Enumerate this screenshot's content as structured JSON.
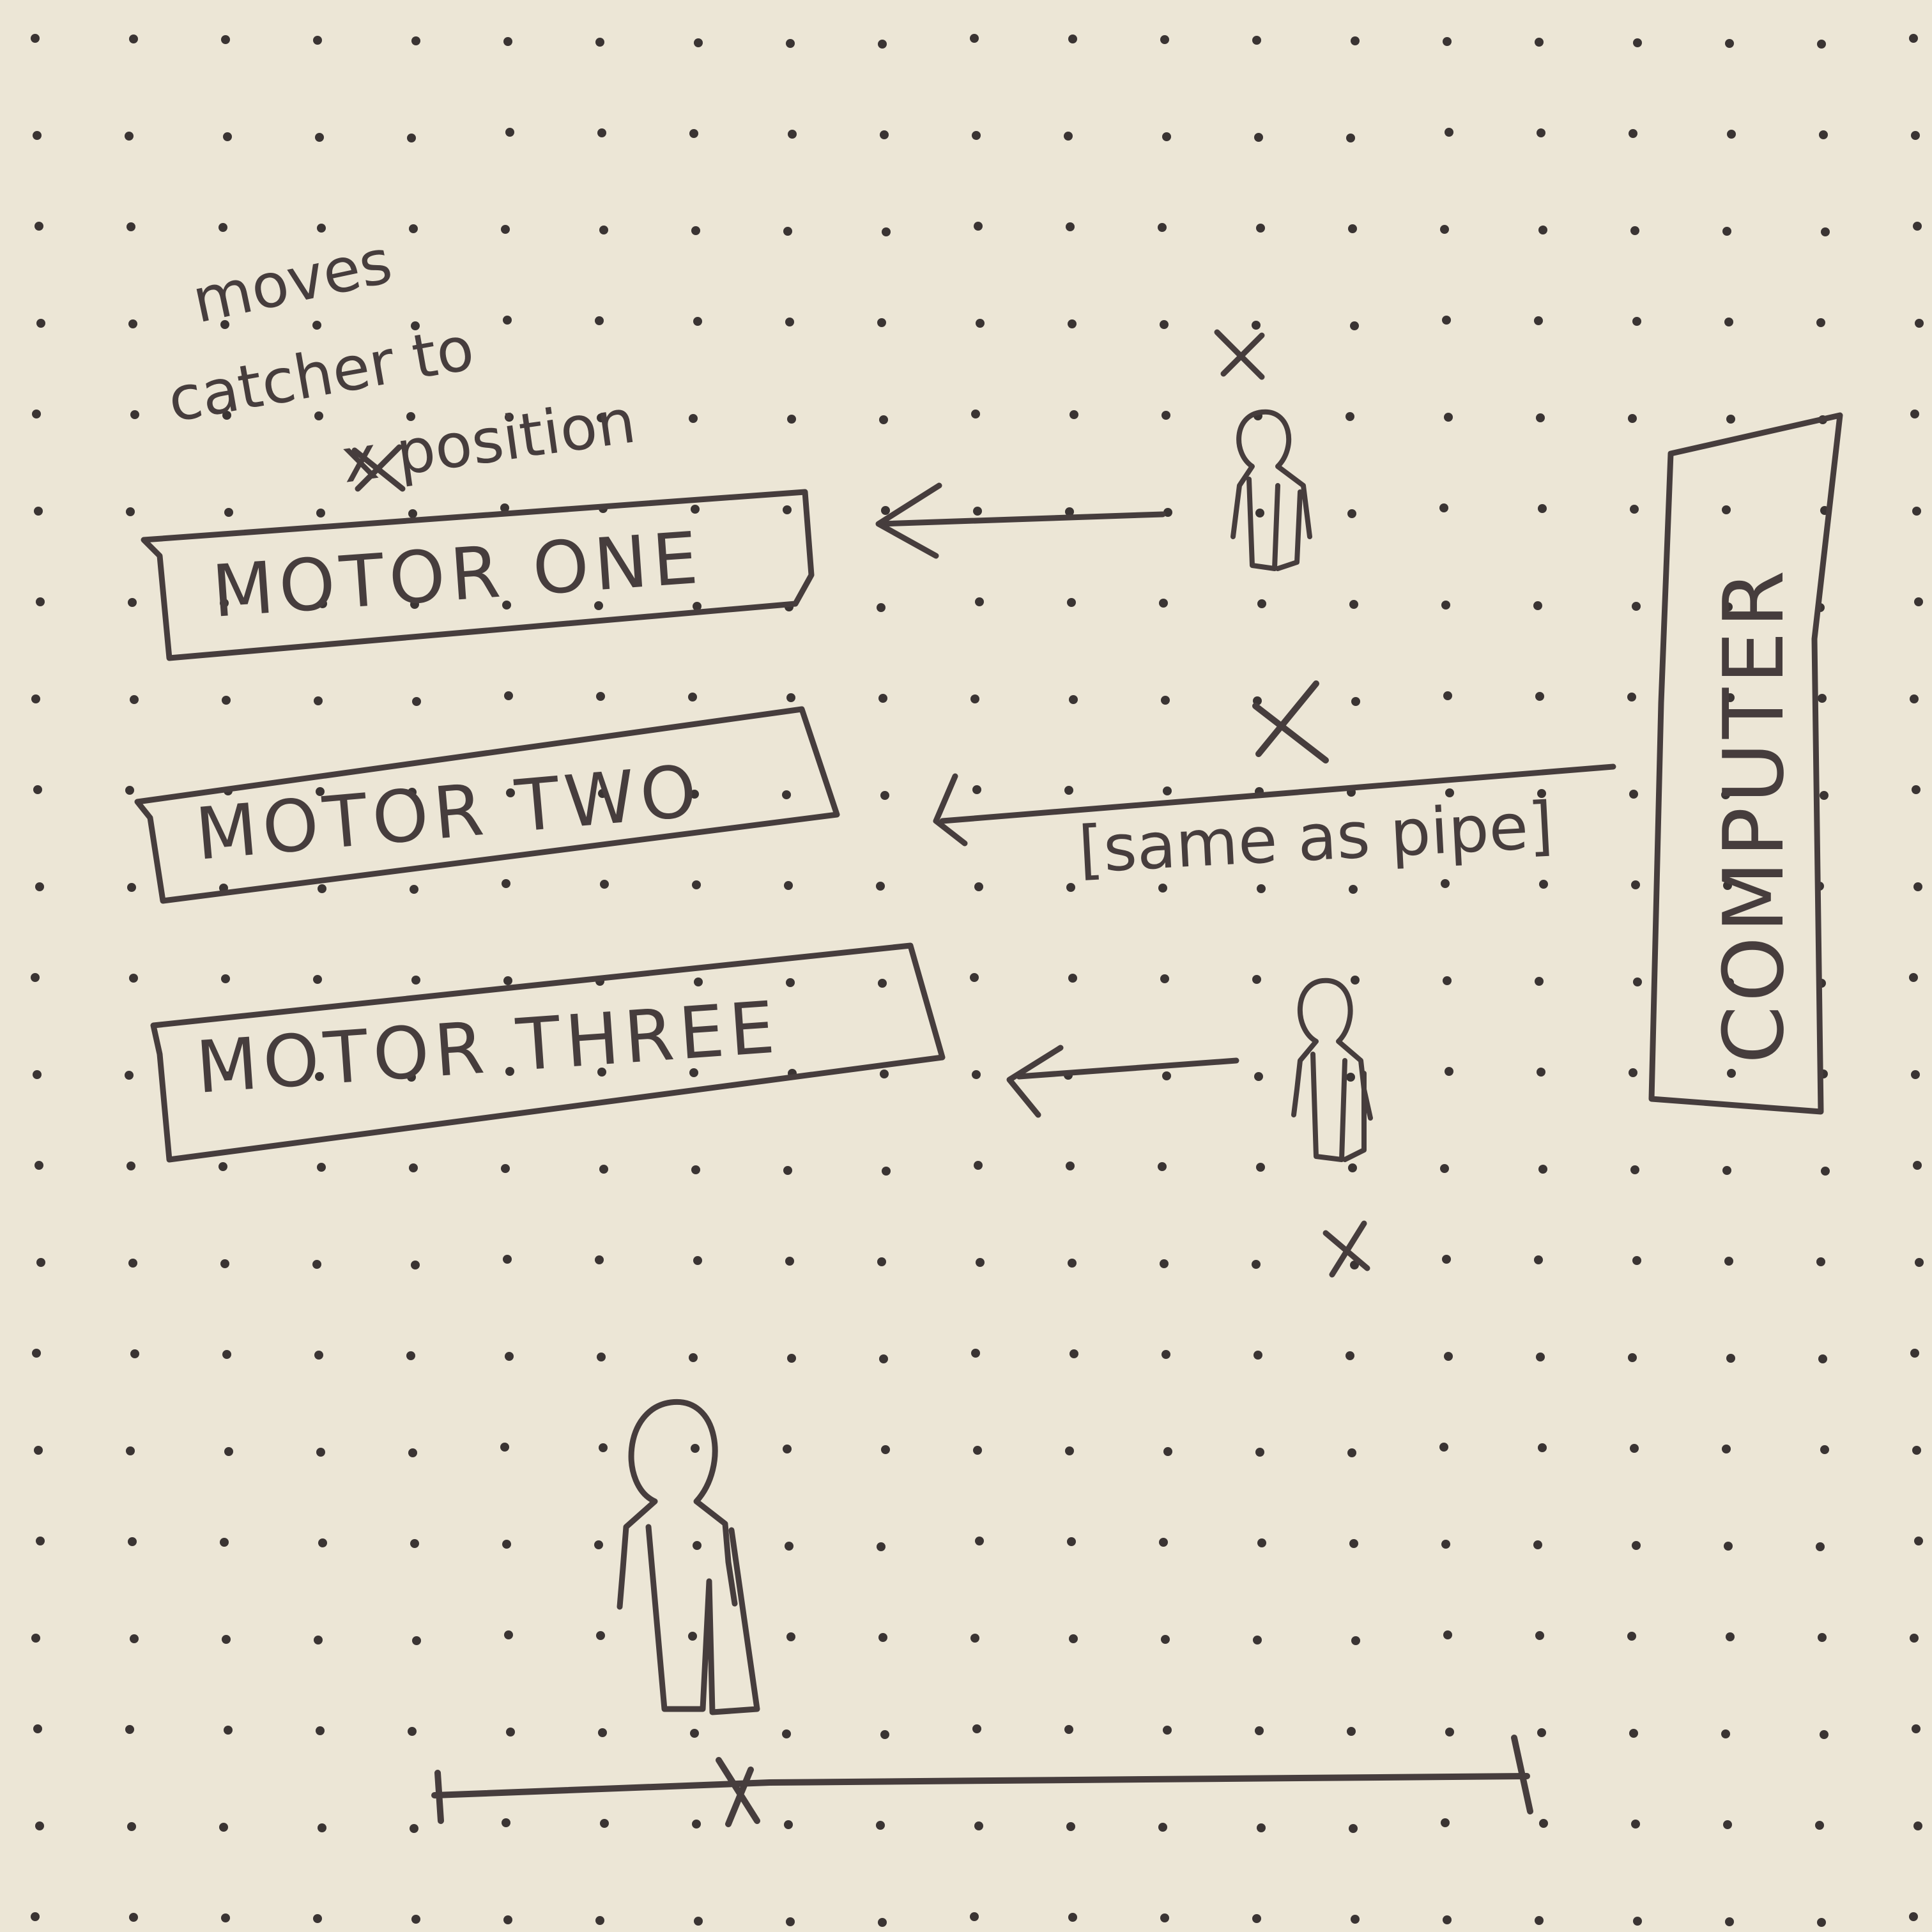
{
  "ink_color": "#463d3d",
  "paper_color": "#ece6d6",
  "dot_color": "#3a3433",
  "annotation": {
    "line1": "moves",
    "line2": "catcher to",
    "line3": "x position"
  },
  "motors": [
    {
      "label": "MOTOR ONE"
    },
    {
      "label": "MOTOR TWO"
    },
    {
      "label": "MOTOR THREE"
    }
  ],
  "pipe_note": "[same as pipe]",
  "computer_label": "COMPUTER",
  "markers": {
    "x": "x"
  },
  "figures": [
    "person-icon",
    "person-icon",
    "person-icon"
  ]
}
